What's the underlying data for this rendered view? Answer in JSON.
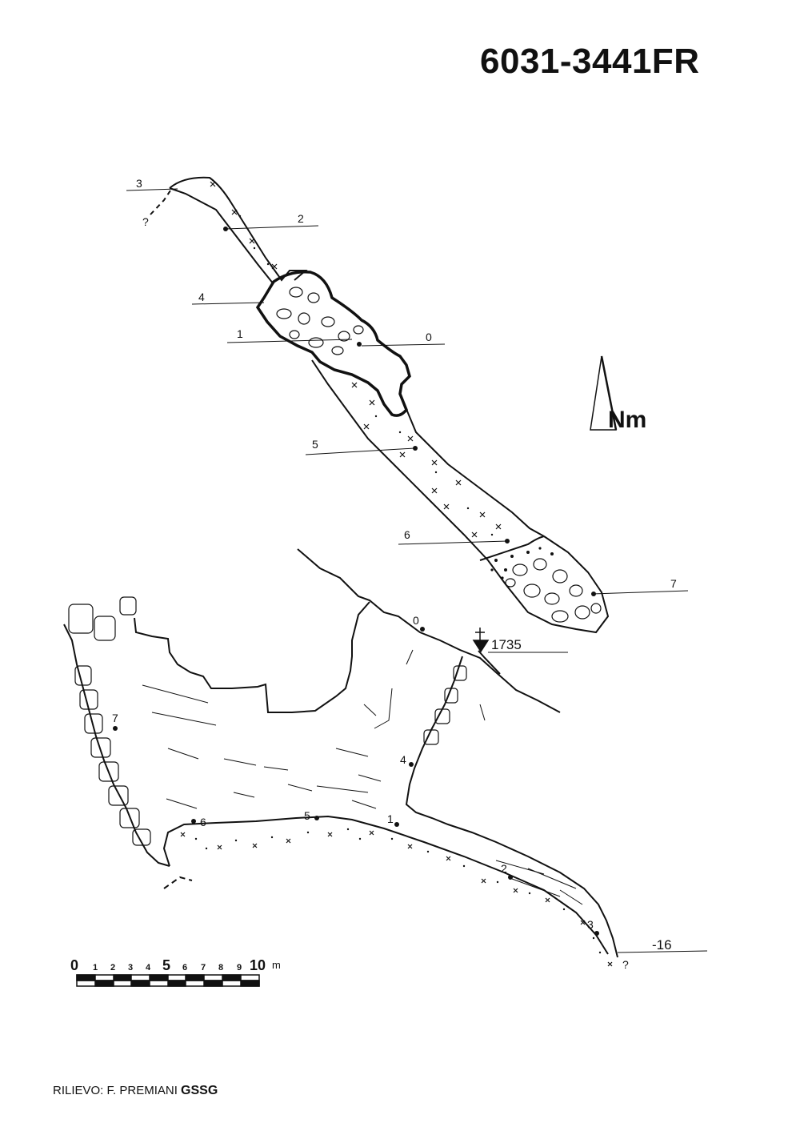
{
  "title": "6031-3441FR",
  "credit": {
    "label": "RILIEVO: F. PREMIANI",
    "group": "GSSG"
  },
  "north": {
    "label": "Nm"
  },
  "plan": {
    "stations": [
      "3",
      "2",
      "4",
      "1",
      "0",
      "5",
      "6",
      "7"
    ],
    "unknown_mark": "?"
  },
  "section": {
    "elevation": "1735",
    "depth": "-16",
    "stations": [
      "0",
      "4",
      "1",
      "5",
      "6",
      "7",
      "2",
      "3"
    ],
    "unknown_mark": "?"
  },
  "scale": {
    "ticks": [
      "0",
      "1",
      "2",
      "3",
      "4",
      "5",
      "6",
      "7",
      "8",
      "9",
      "10"
    ],
    "unit": "m"
  }
}
